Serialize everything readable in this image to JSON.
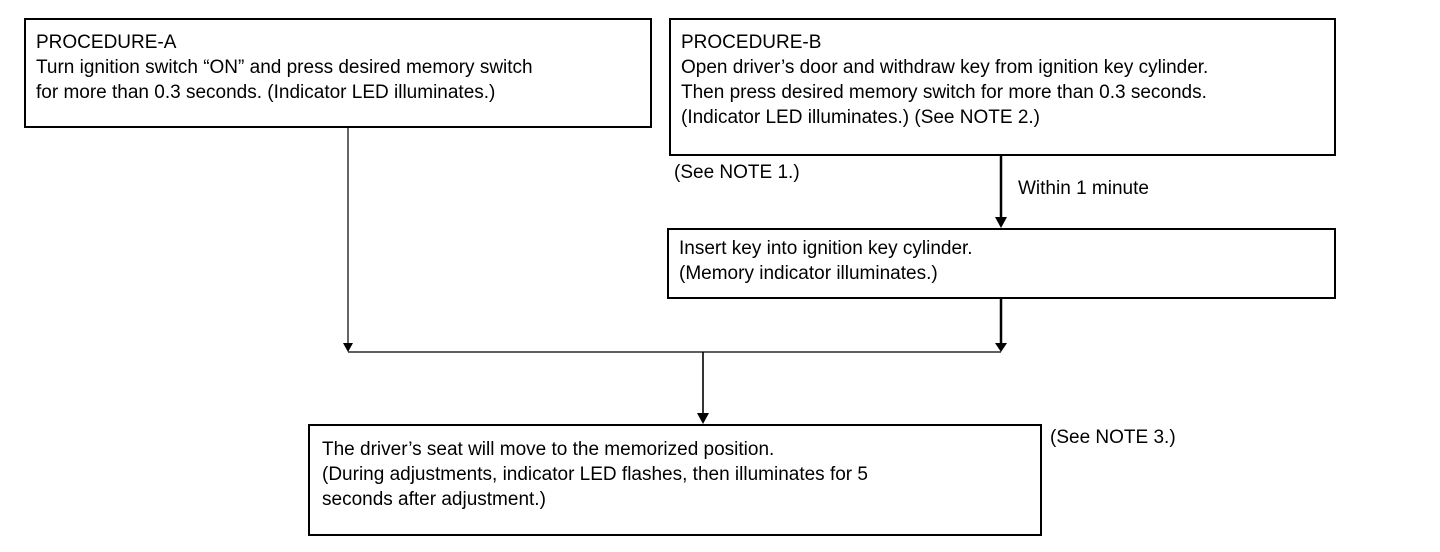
{
  "procedure_a": {
    "title": "PROCEDURE-A",
    "line1": "Turn ignition switch “ON” and press desired memory switch",
    "line2": "for more than 0.3 seconds. (Indicator LED illuminates.)"
  },
  "procedure_b": {
    "title": "PROCEDURE-B",
    "line1": "Open driver’s door and withdraw key from ignition key cylinder.",
    "line2": "Then press desired memory switch for more than 0.3 seconds.",
    "line3": "(Indicator LED illuminates.) (See NOTE 2.)"
  },
  "note1": "(See NOTE 1.)",
  "within_label": "Within 1 minute",
  "insert_key": {
    "line1": "Insert key into ignition key cylinder.",
    "line2": "(Memory indicator illuminates.)"
  },
  "result": {
    "line1": "The driver’s seat will move to the memorized position.",
    "line2": "(During adjustments, indicator LED flashes, then illuminates for 5",
    "line3": "seconds after adjustment.)"
  },
  "note3": "(See NOTE 3.)"
}
